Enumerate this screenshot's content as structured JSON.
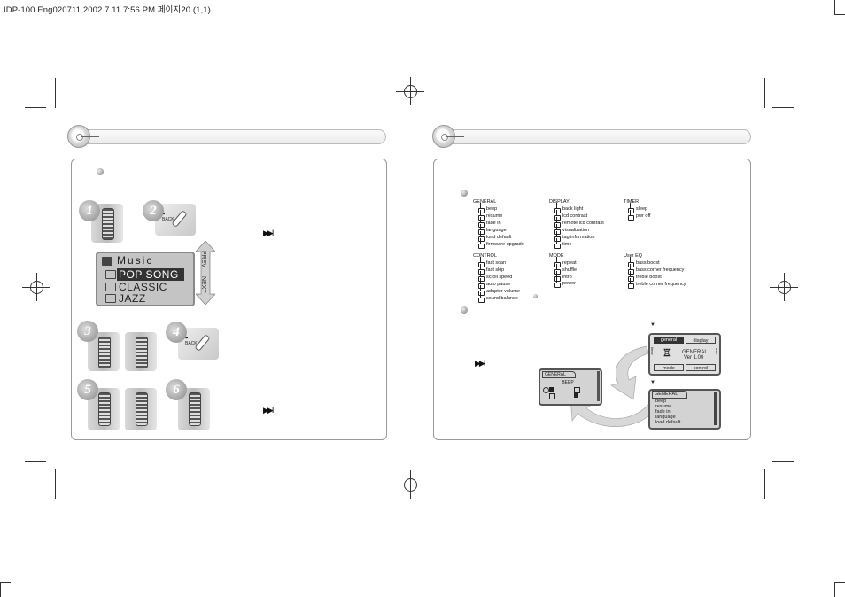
{
  "header": {
    "text": "IDP-100 Eng020711  2002.7.11 7:56 PM 페이지20 (1,1)"
  },
  "left_page": {
    "steps": [
      "1",
      "2",
      "3",
      "4",
      "5",
      "6"
    ],
    "back_label": "BACK",
    "lcd": {
      "title": "Music",
      "items": [
        "POP SONG",
        "CLASSIC",
        "JAZZ"
      ],
      "selected": "POP SONG"
    },
    "side_labels": {
      "prev": "PREV",
      "next": "NEXT"
    },
    "ff_symbol": "▶▶I"
  },
  "right_page": {
    "tree": {
      "general": {
        "title": "GENERAL",
        "items": [
          "beep",
          "resume",
          "fade in",
          "language",
          "load default",
          "firmware upgrade"
        ]
      },
      "display": {
        "title": "DISPLAY",
        "items": [
          "back light",
          "lcd contrast",
          "remote lcd contrast",
          "visualization",
          "tag information",
          "time"
        ]
      },
      "timer": {
        "title": "TIMER",
        "items": [
          "sleep",
          "pwr off"
        ]
      },
      "control": {
        "title": "CONTROL",
        "items": [
          "fast scan",
          "fast skip",
          "scroll speed",
          "auto pause",
          "adapter volume",
          "sound balance"
        ]
      },
      "mode": {
        "title": "MODE",
        "items": [
          "repeat",
          "shuffle",
          "intro",
          "power"
        ]
      },
      "usereq": {
        "title": "User EQ",
        "items": [
          "bass boost",
          "bass corner frequency",
          "treble boost",
          "treble corner frequency"
        ]
      }
    },
    "ff_symbol": "▶▶I",
    "beep_screen": {
      "tab": "GENERAL",
      "title": "BEEP"
    },
    "main_screen": {
      "tabs": [
        "general",
        "display",
        "mode",
        "control"
      ],
      "side_left": "timer",
      "side_right": "user",
      "name": "GENERAL",
      "version": "Ver 1.00"
    },
    "list_screen": {
      "tab": "GENERAL",
      "items": [
        "beep",
        "resume",
        "fade in",
        "language",
        "load default"
      ]
    }
  }
}
